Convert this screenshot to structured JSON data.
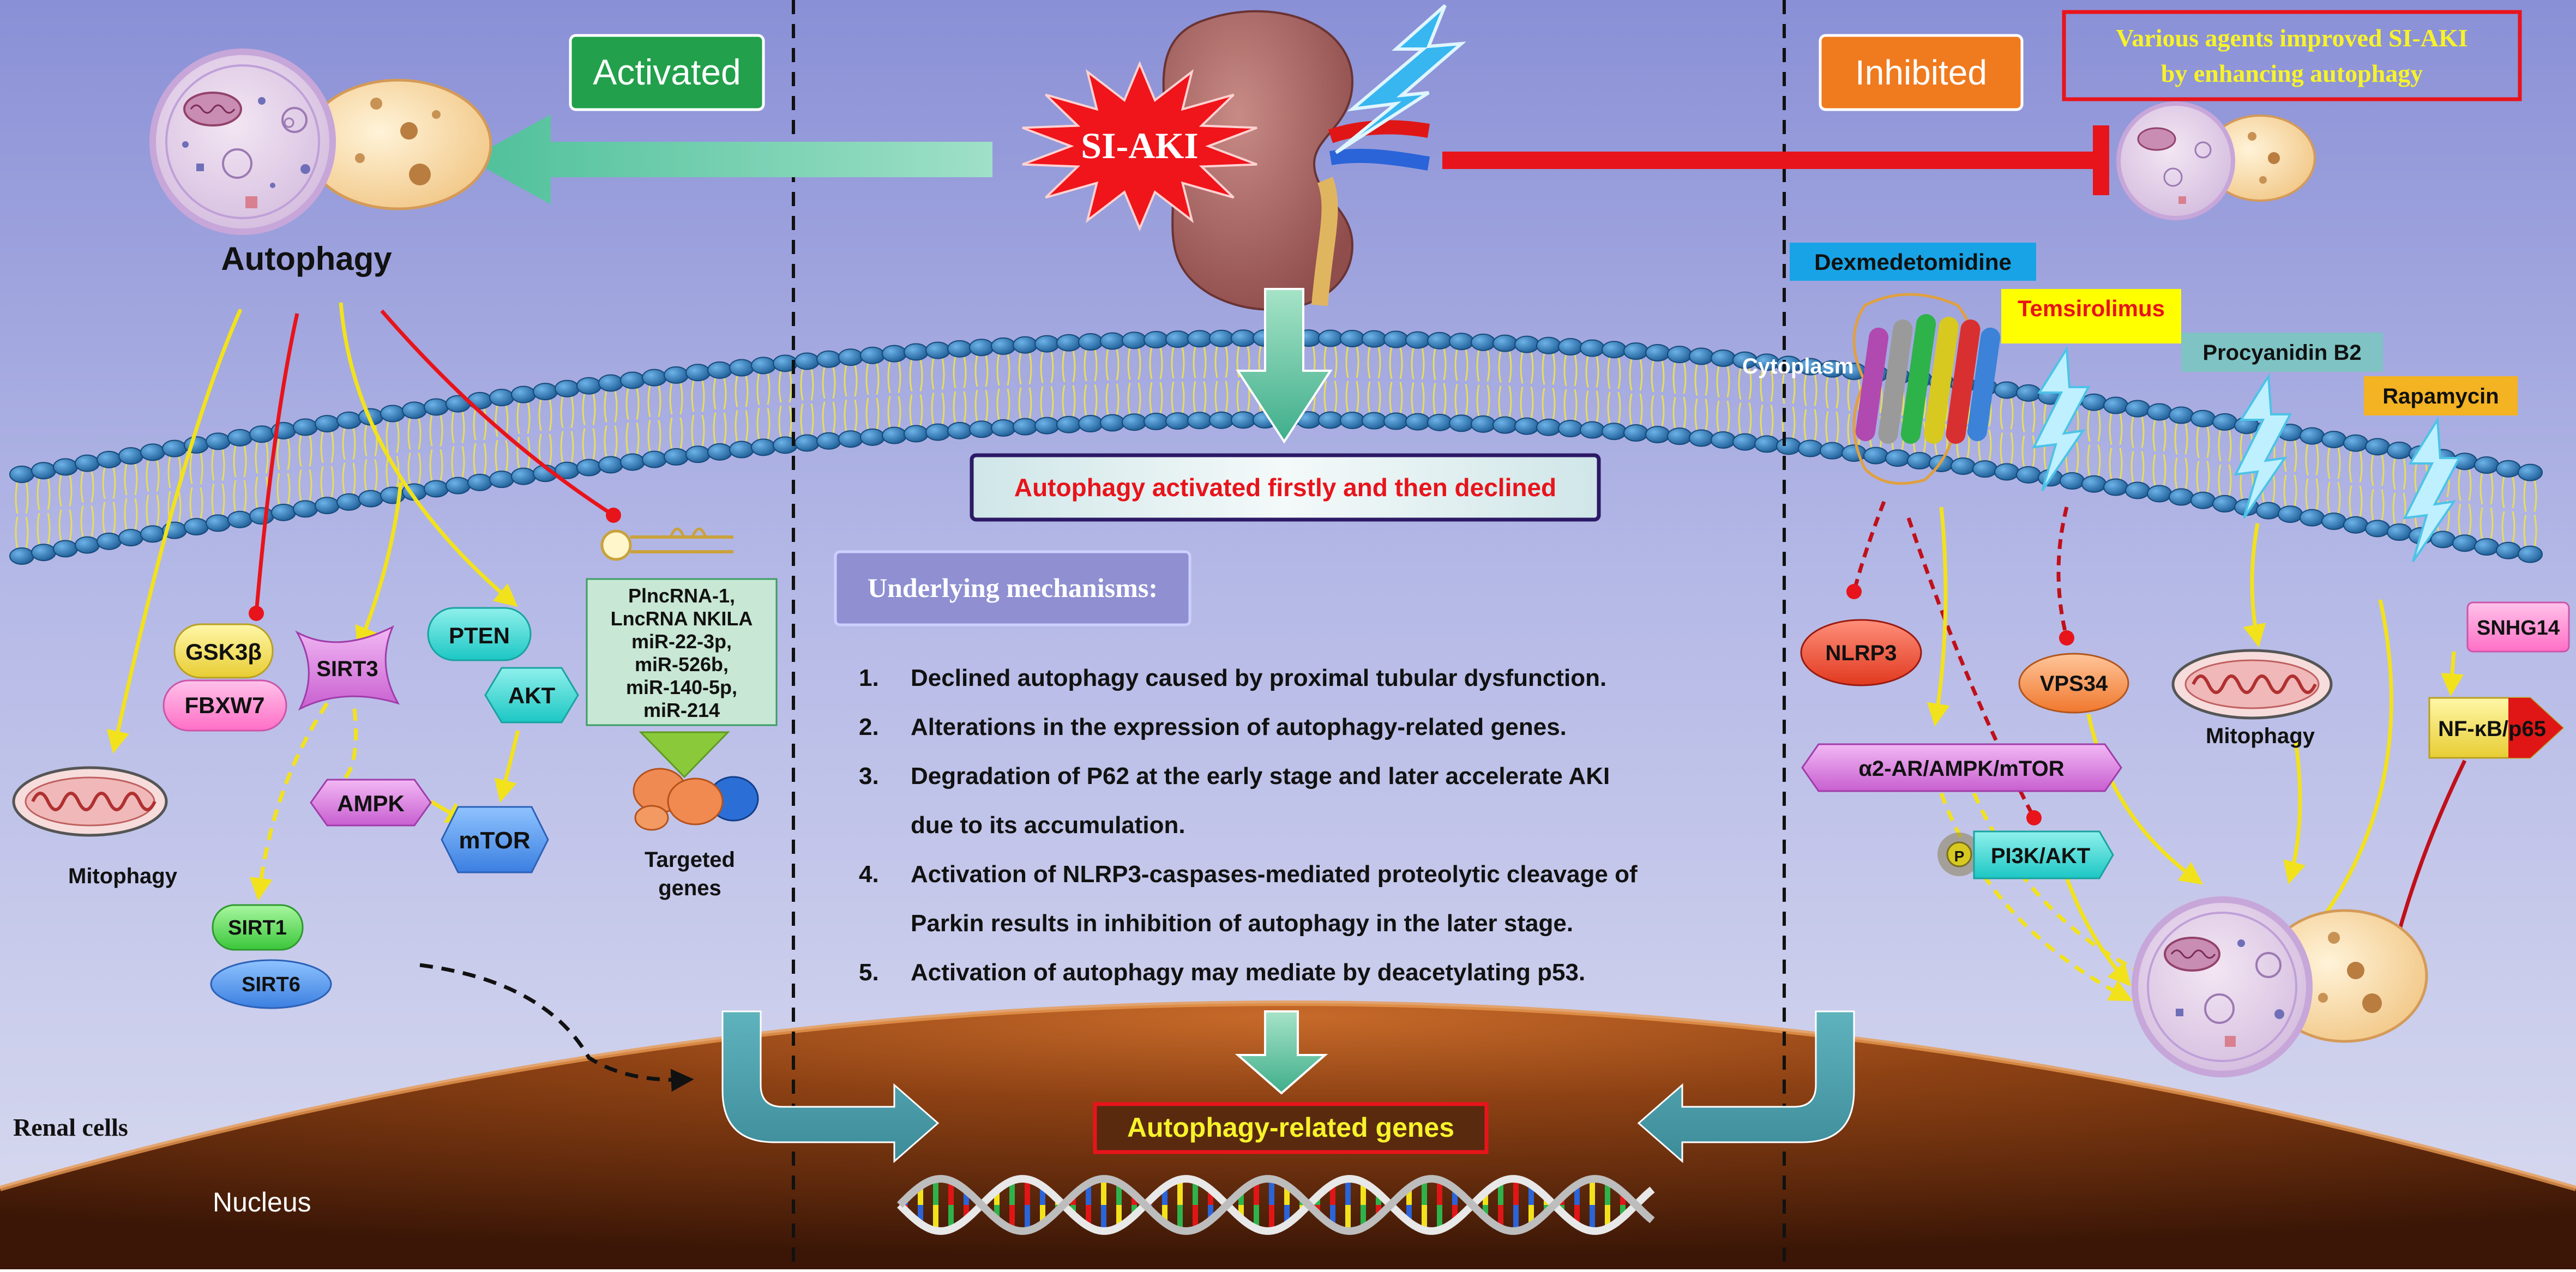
{
  "colors": {
    "bg_top": "#8f95d9",
    "bg_bottom": "#d8daef",
    "nucleus": "#9a4a17",
    "membrane": "#2f79b8",
    "lipid_tail": "#e9e36a",
    "activated_box": "#22a04b",
    "inhibited_box": "#f07a1e",
    "red": "#e8141b",
    "yellow_text": "#f7f32a",
    "teal_arrow": "#4a9aa6"
  },
  "center": {
    "siaki_label": "SI-AKI",
    "summary_box": "Autophagy activated firstly and then declined",
    "mechanisms_title": "Underlying mechanisms:",
    "mechanisms": [
      {
        "num": "1.",
        "lines": [
          "Declined autophagy caused by proximal tubular dysfunction."
        ]
      },
      {
        "num": "2.",
        "lines": [
          "Alterations in the expression of autophagy-related genes."
        ]
      },
      {
        "num": "3.",
        "lines": [
          "Degradation of P62 at the early stage and later accelerate AKI",
          "due to its accumulation."
        ]
      },
      {
        "num": "4.",
        "lines": [
          "Activation of NLRP3-caspases-mediated proteolytic cleavage of",
          "Parkin results in inhibition of autophagy in the later stage."
        ]
      },
      {
        "num": "5.",
        "lines": [
          "Activation of autophagy may mediate by deacetylating p53."
        ]
      }
    ],
    "genes_box": "Autophagy-related genes"
  },
  "left": {
    "activated_label": "Activated",
    "autophagy_label": "Autophagy",
    "mitophagy_label": "Mitophagy",
    "gsk3b": "GSK3β",
    "fbxw7": "FBXW7",
    "sirt3": "SIRT3",
    "pten": "PTEN",
    "akt": "AKT",
    "ampk": "AMPK",
    "mtor": "mTOR",
    "sirt1": "SIRT1",
    "sirt6": "SIRT6",
    "rna_lines": [
      "PlncRNA-1,",
      "LncRNA NKILA",
      "miR-22-3p,",
      "miR-526b,",
      "miR-140-5p,",
      "miR-214"
    ],
    "targeted_lines": [
      "Targeted",
      "genes"
    ]
  },
  "right": {
    "inhibited_label": "Inhibited",
    "agents_title_lines": [
      "Various agents improved SI-AKI",
      "by enhancing autophagy"
    ],
    "dexmedetomidine": "Dexmedetomidine",
    "cytoplasm": "Cytoplasm",
    "temsirolimus": "Temsirolimus",
    "procyanidin": "Procyanidin B2",
    "rapamycin": "Rapamycin",
    "nlrp3": "NLRP3",
    "vps34": "VPS34",
    "mitophagy_label": "Mitophagy",
    "snhg14": "SNHG14",
    "nfkb": "NF-κB/p65",
    "a2ar": "α2-AR/AMPK/mTOR",
    "p_label": "P",
    "pi3k": "PI3K/AKT"
  },
  "bottom": {
    "renal_cells": "Renal cells",
    "nucleus": "Nucleus"
  }
}
